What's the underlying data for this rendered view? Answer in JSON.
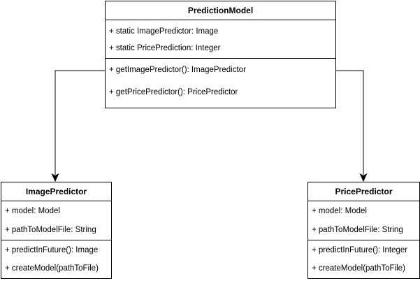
{
  "diagram": {
    "classes": [
      {
        "id": "prediction-model",
        "name": "PredictionModel",
        "attributes": [
          "+ static ImagePredictor: Image",
          "+ static PricePrediction: Integer"
        ],
        "methods": [
          "+ getImagePredictor(): ImagePredictor",
          "+ getPricePredictor(): PricePredictor"
        ]
      },
      {
        "id": "image-predictor",
        "name": "ImagePredictor",
        "attributes": [
          "+ model: Model",
          "+ pathToModelFile: String"
        ],
        "methods": [
          "+ predictInFuture(): Image",
          "+ createModel(pathToFile)"
        ]
      },
      {
        "id": "price-predictor",
        "name": "PricePredictor",
        "attributes": [
          "+ model: Model",
          "+ pathToModelFile: String"
        ],
        "methods": [
          "+ predictInFuture(): Integer",
          "+ createModel(pathToFile)"
        ]
      }
    ],
    "edges": [
      {
        "from": "prediction-model",
        "to": "image-predictor",
        "type": "directed-arrow"
      },
      {
        "from": "prediction-model",
        "to": "price-predictor",
        "type": "directed-arrow"
      }
    ],
    "colors": {
      "line": "#000000",
      "background": "#ffffff"
    }
  }
}
